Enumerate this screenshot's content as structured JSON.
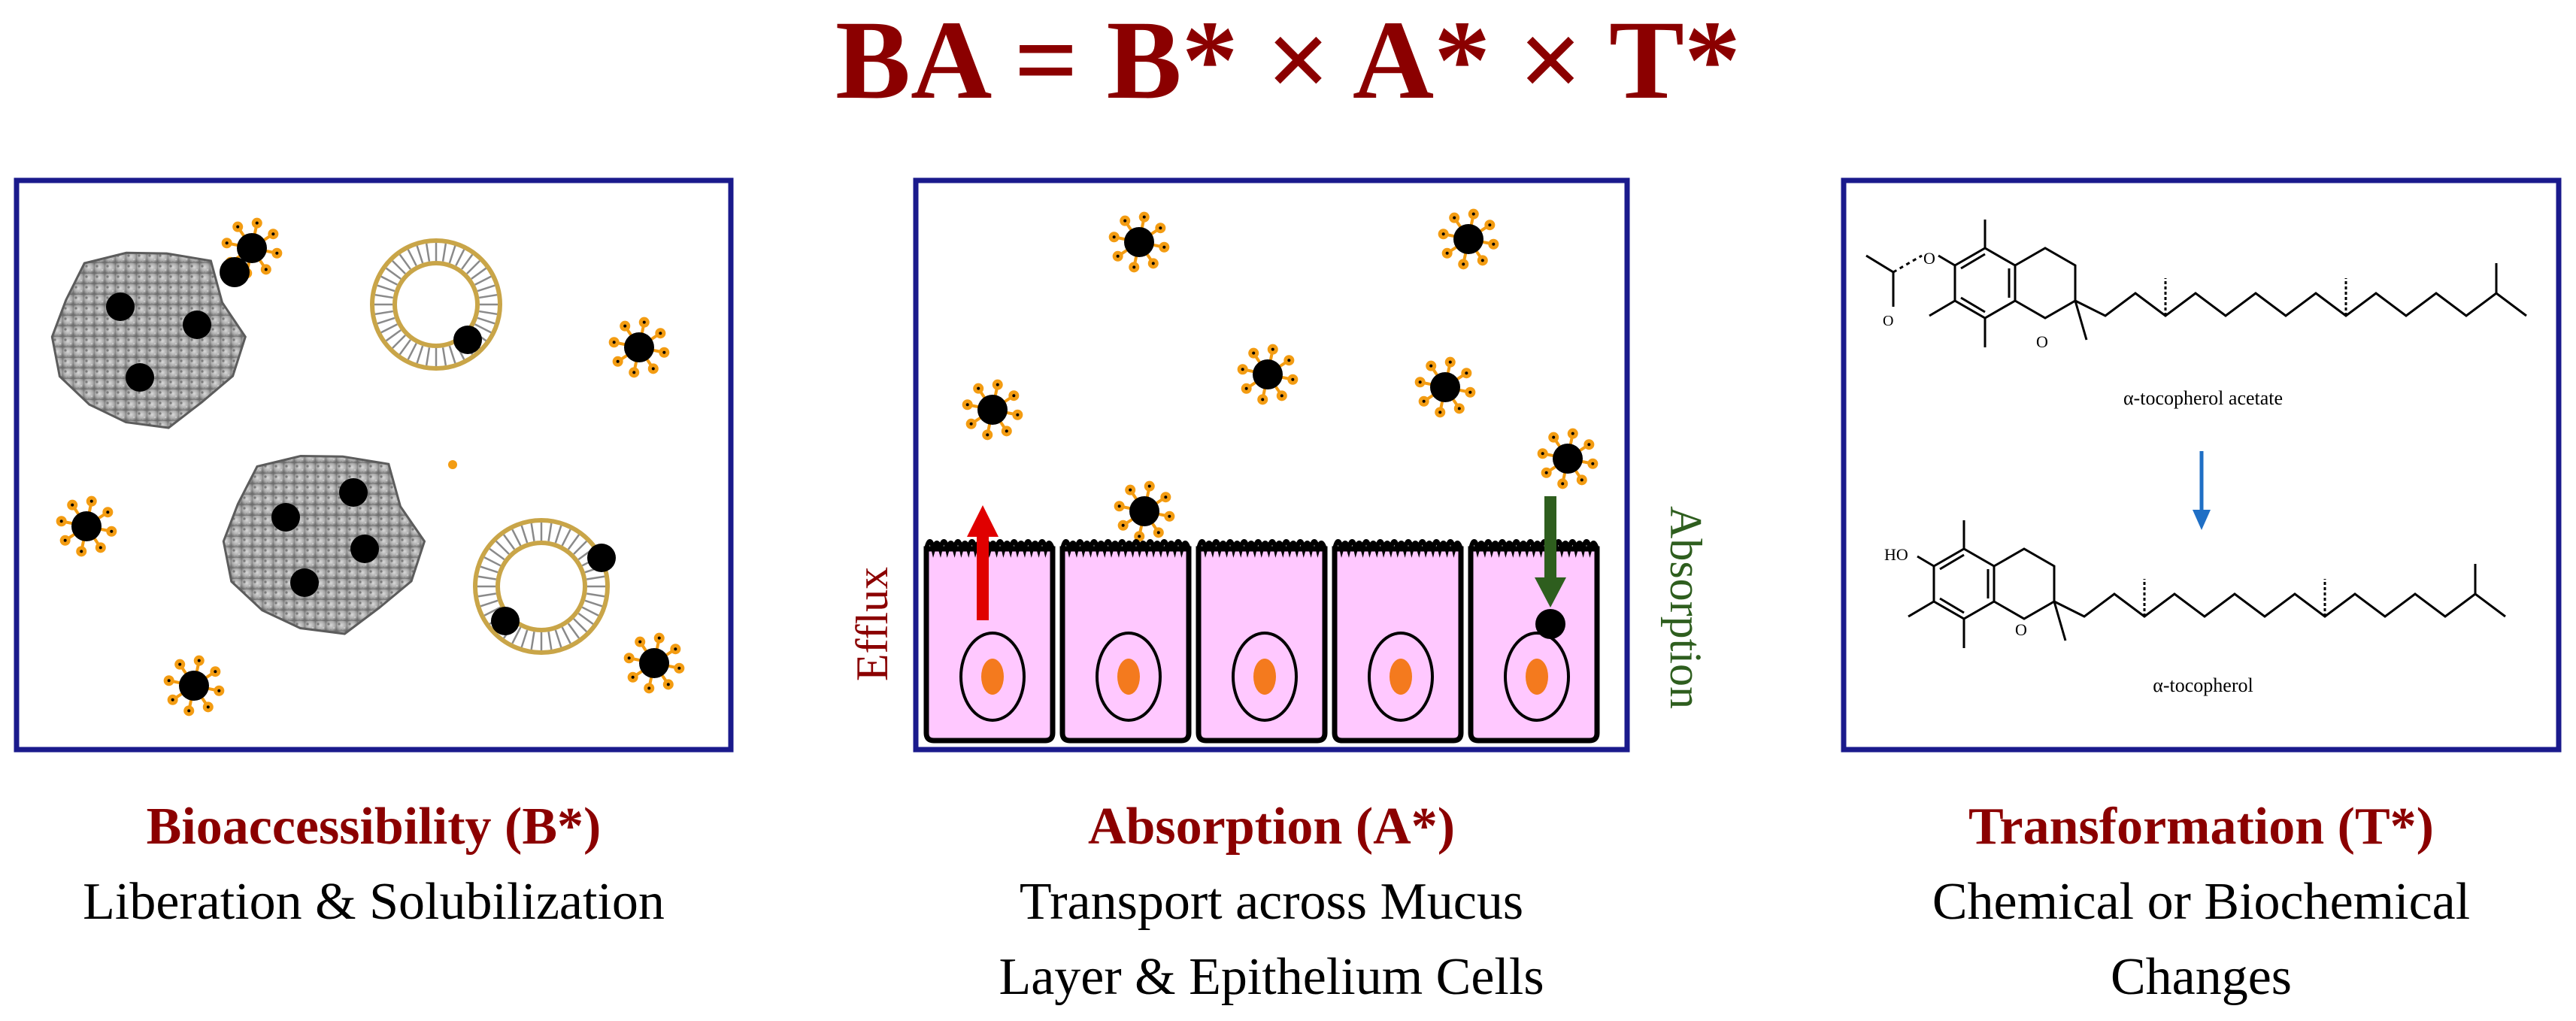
{
  "equation": "BA = B* × A* × T*",
  "colors": {
    "title_red": "#8b0000",
    "frame_blue": "#1a1a8c",
    "micelle_orange": "#f39c12",
    "cell_pink": "#ffc8ff",
    "nucleus_orange": "#f47a1e",
    "efflux_red": "#e00000",
    "absorption_green": "#2e5e1e",
    "reaction_arrow_blue": "#1f6fc5"
  },
  "panels": {
    "bioaccessibility": {
      "title": "Bioaccessibility (B*)",
      "subtitle": "Liberation & Solubilization",
      "icons": [
        "food-particle-icon",
        "liposome-icon",
        "micelle-icon",
        "nutrient-droplet-icon"
      ]
    },
    "absorption": {
      "title": "Absorption (A*)",
      "subtitle_line1": "Transport across Mucus",
      "subtitle_line2": "Layer & Epithelium Cells",
      "efflux_label": "Efflux",
      "absorption_label": "Absorption",
      "icons": [
        "micelle-icon",
        "epithelial-cell-icon",
        "nucleus-icon",
        "up-arrow-icon",
        "down-arrow-icon"
      ]
    },
    "transformation": {
      "title": "Transformation (T*)",
      "subtitle_line1": "Chemical or Biochemical",
      "subtitle_line2": "Changes",
      "top_molecule": "α-tocopherol acetate",
      "bottom_molecule": "α-tocopherol",
      "ho_label": "HO",
      "o_label": "O",
      "icons": [
        "molecule-structure-icon",
        "down-arrow-icon"
      ]
    }
  }
}
